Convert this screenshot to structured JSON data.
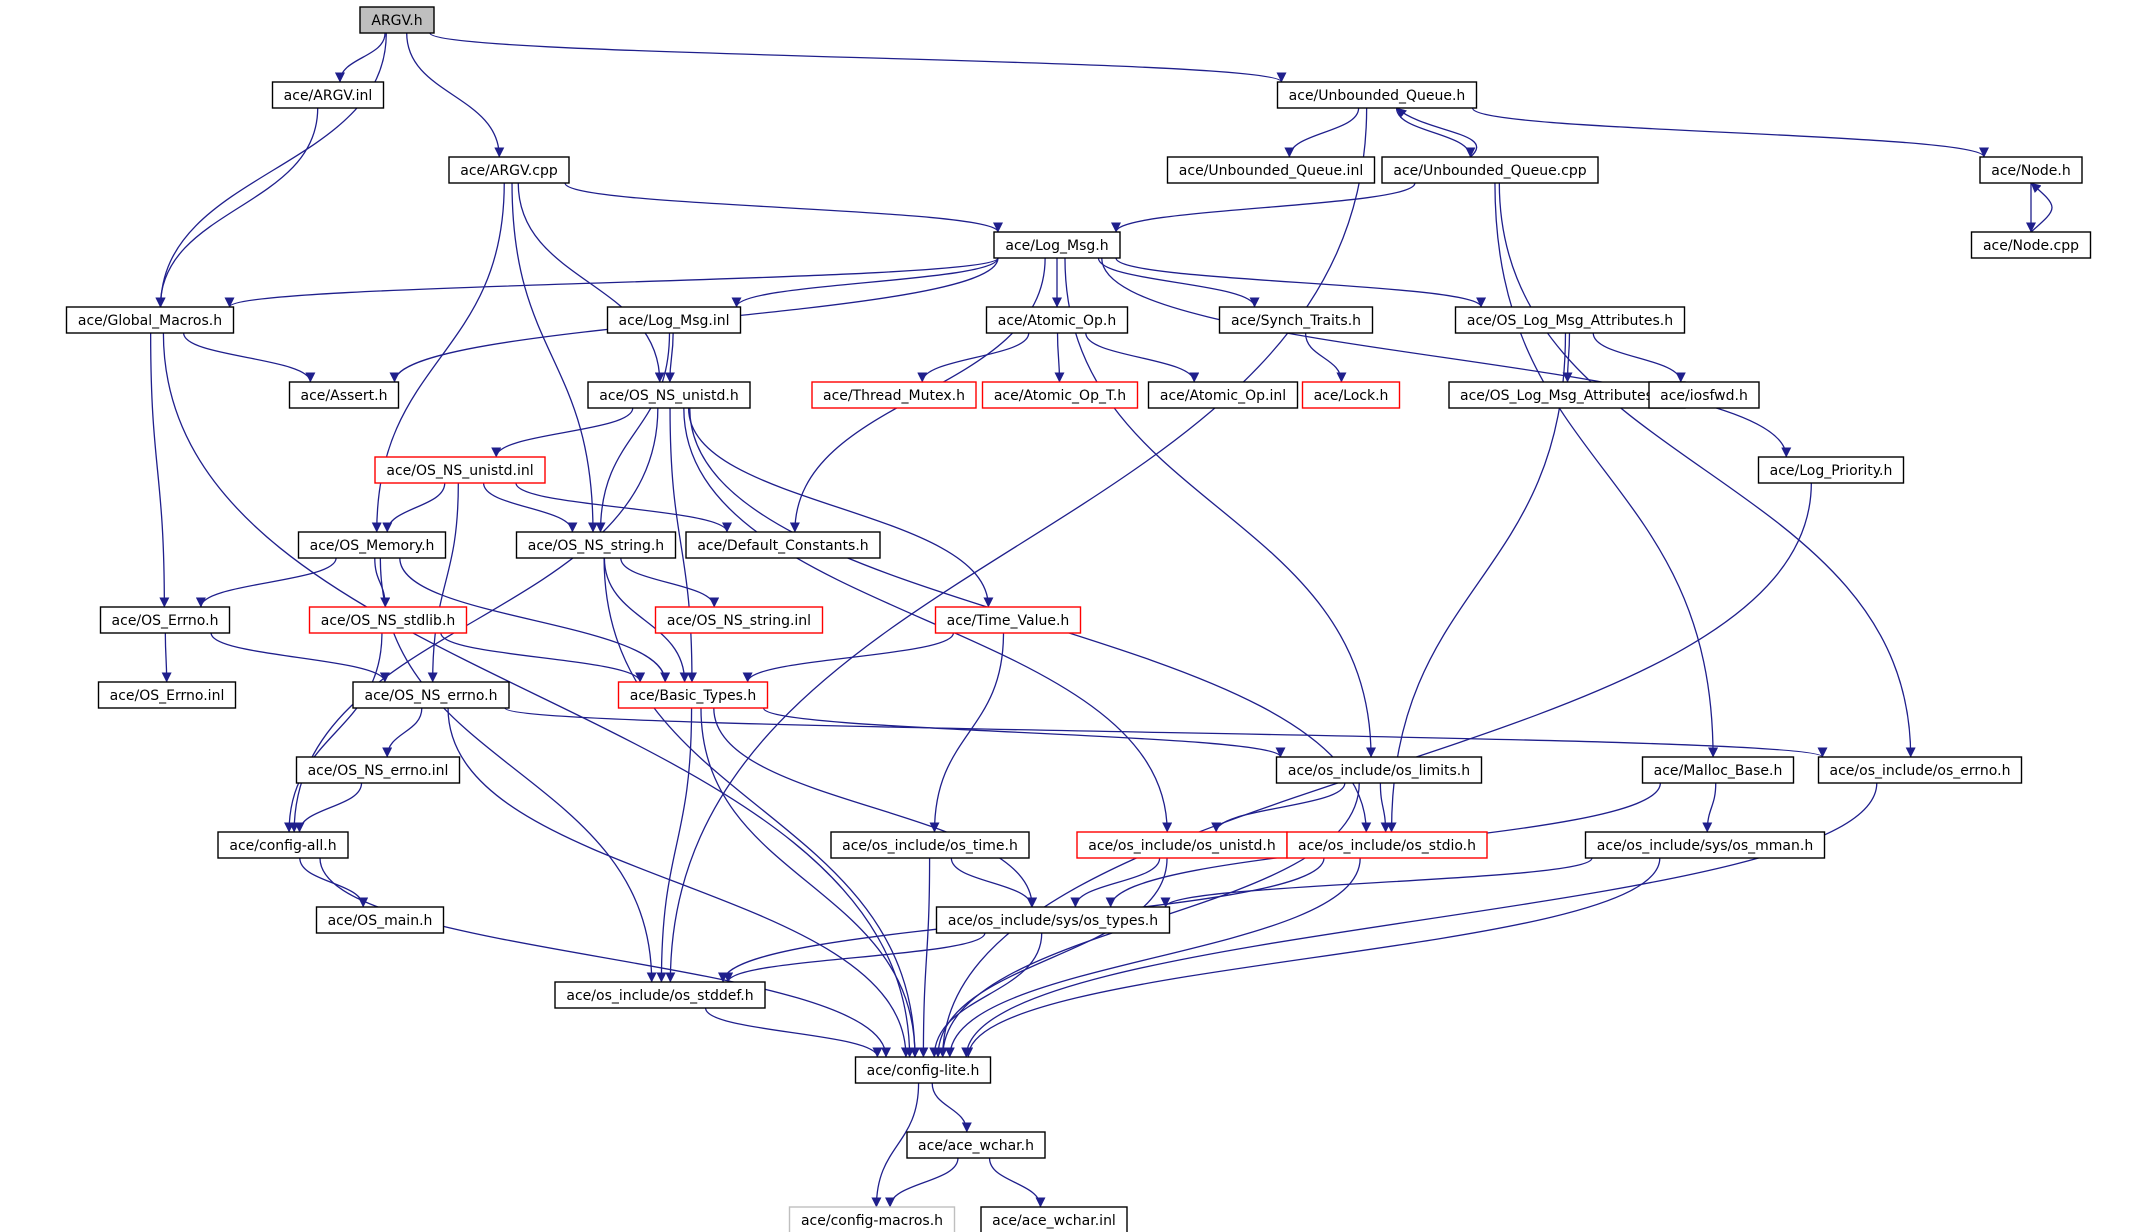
{
  "diagram": {
    "title": "",
    "colors": {
      "edge": "#1f1f8c",
      "normal_border": "#000000",
      "incomplete_border": "#ff0000",
      "undocumented_border": "#bfbfbf",
      "root_fill": "#bfbfbf",
      "node_fill": "#ffffff"
    },
    "nodes": [
      {
        "id": "argv_h",
        "label": "ARGV.h",
        "style": "root"
      },
      {
        "id": "argv_inl",
        "label": "ace/ARGV.inl",
        "style": "normal"
      },
      {
        "id": "argv_cpp",
        "label": "ace/ARGV.cpp",
        "style": "normal"
      },
      {
        "id": "unbounded_queue_h",
        "label": "ace/Unbounded_Queue.h",
        "style": "normal"
      },
      {
        "id": "unbounded_queue_inl",
        "label": "ace/Unbounded_Queue.inl",
        "style": "normal"
      },
      {
        "id": "unbounded_queue_cpp",
        "label": "ace/Unbounded_Queue.cpp",
        "style": "normal"
      },
      {
        "id": "node_h",
        "label": "ace/Node.h",
        "style": "normal"
      },
      {
        "id": "node_cpp",
        "label": "ace/Node.cpp",
        "style": "normal"
      },
      {
        "id": "log_msg_h",
        "label": "ace/Log_Msg.h",
        "style": "normal"
      },
      {
        "id": "global_macros_h",
        "label": "ace/Global_Macros.h",
        "style": "normal"
      },
      {
        "id": "log_msg_inl",
        "label": "ace/Log_Msg.inl",
        "style": "normal"
      },
      {
        "id": "atomic_op_h",
        "label": "ace/Atomic_Op.h",
        "style": "normal"
      },
      {
        "id": "synch_traits_h",
        "label": "ace/Synch_Traits.h",
        "style": "normal"
      },
      {
        "id": "os_log_msg_attributes_h",
        "label": "ace/OS_Log_Msg_Attributes.h",
        "style": "normal"
      },
      {
        "id": "assert_h",
        "label": "ace/Assert.h",
        "style": "normal"
      },
      {
        "id": "os_ns_unistd_h",
        "label": "ace/OS_NS_unistd.h",
        "style": "normal"
      },
      {
        "id": "thread_mutex_h",
        "label": "ace/Thread_Mutex.h",
        "style": "incomplete"
      },
      {
        "id": "atomic_op_t_h",
        "label": "ace/Atomic_Op_T.h",
        "style": "incomplete"
      },
      {
        "id": "atomic_op_inl",
        "label": "ace/Atomic_Op.inl",
        "style": "normal"
      },
      {
        "id": "lock_h",
        "label": "ace/Lock.h",
        "style": "incomplete"
      },
      {
        "id": "os_log_msg_attributes_inl",
        "label": "ace/OS_Log_Msg_Attributes.inl",
        "style": "normal"
      },
      {
        "id": "iosfwd_h",
        "label": "ace/iosfwd.h",
        "style": "normal"
      },
      {
        "id": "os_ns_unistd_inl",
        "label": "ace/OS_NS_unistd.inl",
        "style": "incomplete"
      },
      {
        "id": "log_priority_h",
        "label": "ace/Log_Priority.h",
        "style": "normal"
      },
      {
        "id": "os_memory_h",
        "label": "ace/OS_Memory.h",
        "style": "normal"
      },
      {
        "id": "os_ns_string_h",
        "label": "ace/OS_NS_string.h",
        "style": "normal"
      },
      {
        "id": "default_constants_h",
        "label": "ace/Default_Constants.h",
        "style": "normal"
      },
      {
        "id": "os_errno_h",
        "label": "ace/OS_Errno.h",
        "style": "normal"
      },
      {
        "id": "os_ns_stdlib_h",
        "label": "ace/OS_NS_stdlib.h",
        "style": "incomplete"
      },
      {
        "id": "os_ns_string_inl",
        "label": "ace/OS_NS_string.inl",
        "style": "incomplete"
      },
      {
        "id": "time_value_h",
        "label": "ace/Time_Value.h",
        "style": "incomplete"
      },
      {
        "id": "os_errno_inl",
        "label": "ace/OS_Errno.inl",
        "style": "normal"
      },
      {
        "id": "os_ns_errno_h",
        "label": "ace/OS_NS_errno.h",
        "style": "normal"
      },
      {
        "id": "basic_types_h",
        "label": "ace/Basic_Types.h",
        "style": "incomplete"
      },
      {
        "id": "os_limits_h",
        "label": "ace/os_include/os_limits.h",
        "style": "normal"
      },
      {
        "id": "malloc_base_h",
        "label": "ace/Malloc_Base.h",
        "style": "normal"
      },
      {
        "id": "os_include_os_errno_h",
        "label": "ace/os_include/os_errno.h",
        "style": "normal"
      },
      {
        "id": "os_ns_errno_inl",
        "label": "ace/OS_NS_errno.inl",
        "style": "normal"
      },
      {
        "id": "config_all_h",
        "label": "ace/config-all.h",
        "style": "normal"
      },
      {
        "id": "os_time_h",
        "label": "ace/os_include/os_time.h",
        "style": "normal"
      },
      {
        "id": "os_unistd_h",
        "label": "ace/os_include/os_unistd.h",
        "style": "incomplete"
      },
      {
        "id": "os_stdio_h",
        "label": "ace/os_include/os_stdio.h",
        "style": "incomplete"
      },
      {
        "id": "os_mman_h",
        "label": "ace/os_include/sys/os_mman.h",
        "style": "normal"
      },
      {
        "id": "os_main_h",
        "label": "ace/OS_main.h",
        "style": "normal"
      },
      {
        "id": "os_types_h",
        "label": "ace/os_include/sys/os_types.h",
        "style": "normal"
      },
      {
        "id": "os_stddef_h",
        "label": "ace/os_include/os_stddef.h",
        "style": "normal"
      },
      {
        "id": "config_lite_h",
        "label": "ace/config-lite.h",
        "style": "normal"
      },
      {
        "id": "ace_wchar_h",
        "label": "ace/ace_wchar.h",
        "style": "normal"
      },
      {
        "id": "config_macros_h",
        "label": "ace/config-macros.h",
        "style": "undocumented"
      },
      {
        "id": "ace_wchar_inl",
        "label": "ace/ace_wchar.inl",
        "style": "normal"
      }
    ],
    "edges": [
      [
        "argv_h",
        "argv_inl"
      ],
      [
        "argv_h",
        "argv_cpp"
      ],
      [
        "argv_h",
        "global_macros_h"
      ],
      [
        "argv_h",
        "unbounded_queue_h"
      ],
      [
        "argv_inl",
        "global_macros_h"
      ],
      [
        "argv_cpp",
        "log_msg_h"
      ],
      [
        "argv_cpp",
        "os_memory_h"
      ],
      [
        "argv_cpp",
        "os_ns_string_h"
      ],
      [
        "argv_cpp",
        "os_ns_unistd_h"
      ],
      [
        "unbounded_queue_h",
        "unbounded_queue_inl"
      ],
      [
        "unbounded_queue_h",
        "unbounded_queue_cpp"
      ],
      [
        "unbounded_queue_h",
        "node_h"
      ],
      [
        "unbounded_queue_h",
        "os_stddef_h"
      ],
      [
        "unbounded_queue_cpp",
        "unbounded_queue_h"
      ],
      [
        "unbounded_queue_cpp",
        "log_msg_h"
      ],
      [
        "unbounded_queue_cpp",
        "malloc_base_h"
      ],
      [
        "unbounded_queue_cpp",
        "os_include_os_errno_h"
      ],
      [
        "node_h",
        "node_cpp"
      ],
      [
        "node_cpp",
        "node_h"
      ],
      [
        "log_msg_h",
        "global_macros_h"
      ],
      [
        "log_msg_h",
        "log_msg_inl"
      ],
      [
        "log_msg_h",
        "atomic_op_h"
      ],
      [
        "log_msg_h",
        "synch_traits_h"
      ],
      [
        "log_msg_h",
        "os_log_msg_attributes_h"
      ],
      [
        "log_msg_h",
        "assert_h"
      ],
      [
        "log_msg_h",
        "default_constants_h"
      ],
      [
        "log_msg_h",
        "log_priority_h"
      ],
      [
        "log_msg_h",
        "os_limits_h"
      ],
      [
        "global_macros_h",
        "assert_h"
      ],
      [
        "global_macros_h",
        "os_errno_h"
      ],
      [
        "global_macros_h",
        "config_lite_h"
      ],
      [
        "log_msg_inl",
        "os_ns_unistd_h"
      ],
      [
        "log_msg_inl",
        "os_ns_string_h"
      ],
      [
        "atomic_op_h",
        "thread_mutex_h"
      ],
      [
        "atomic_op_h",
        "atomic_op_t_h"
      ],
      [
        "atomic_op_h",
        "atomic_op_inl"
      ],
      [
        "synch_traits_h",
        "lock_h"
      ],
      [
        "os_log_msg_attributes_h",
        "os_log_msg_attributes_inl"
      ],
      [
        "os_log_msg_attributes_h",
        "iosfwd_h"
      ],
      [
        "os_log_msg_attributes_h",
        "os_stdio_h"
      ],
      [
        "os_ns_unistd_h",
        "os_ns_unistd_inl"
      ],
      [
        "os_ns_unistd_h",
        "basic_types_h"
      ],
      [
        "os_ns_unistd_h",
        "time_value_h"
      ],
      [
        "os_ns_unistd_h",
        "os_unistd_h"
      ],
      [
        "os_ns_unistd_h",
        "os_stdio_h"
      ],
      [
        "os_ns_unistd_h",
        "config_all_h"
      ],
      [
        "os_ns_unistd_inl",
        "os_memory_h"
      ],
      [
        "os_ns_unistd_inl",
        "os_ns_string_h"
      ],
      [
        "os_ns_unistd_inl",
        "default_constants_h"
      ],
      [
        "os_ns_unistd_inl",
        "os_ns_errno_h"
      ],
      [
        "os_memory_h",
        "os_errno_h"
      ],
      [
        "os_memory_h",
        "os_ns_stdlib_h"
      ],
      [
        "os_memory_h",
        "basic_types_h"
      ],
      [
        "os_memory_h",
        "os_stddef_h"
      ],
      [
        "os_ns_string_h",
        "os_ns_string_inl"
      ],
      [
        "os_ns_string_h",
        "basic_types_h"
      ],
      [
        "os_ns_string_h",
        "config_lite_h"
      ],
      [
        "os_errno_h",
        "os_errno_inl"
      ],
      [
        "os_errno_h",
        "os_ns_errno_h"
      ],
      [
        "os_ns_stdlib_h",
        "basic_types_h"
      ],
      [
        "os_ns_stdlib_h",
        "config_all_h"
      ],
      [
        "time_value_h",
        "basic_types_h"
      ],
      [
        "time_value_h",
        "os_time_h"
      ],
      [
        "os_ns_errno_h",
        "os_ns_errno_inl"
      ],
      [
        "os_ns_errno_h",
        "os_include_os_errno_h"
      ],
      [
        "os_ns_errno_h",
        "config_lite_h"
      ],
      [
        "basic_types_h",
        "os_limits_h"
      ],
      [
        "basic_types_h",
        "os_types_h"
      ],
      [
        "basic_types_h",
        "os_stddef_h"
      ],
      [
        "basic_types_h",
        "config_lite_h"
      ],
      [
        "os_limits_h",
        "os_unistd_h"
      ],
      [
        "os_limits_h",
        "os_stdio_h"
      ],
      [
        "os_limits_h",
        "config_lite_h"
      ],
      [
        "malloc_base_h",
        "os_mman_h"
      ],
      [
        "malloc_base_h",
        "os_types_h"
      ],
      [
        "os_include_os_errno_h",
        "config_lite_h"
      ],
      [
        "os_ns_errno_inl",
        "config_all_h"
      ],
      [
        "config_all_h",
        "os_main_h"
      ],
      [
        "config_all_h",
        "config_lite_h"
      ],
      [
        "os_time_h",
        "os_types_h"
      ],
      [
        "os_time_h",
        "config_lite_h"
      ],
      [
        "os_unistd_h",
        "os_types_h"
      ],
      [
        "os_unistd_h",
        "config_lite_h"
      ],
      [
        "os_stdio_h",
        "os_stddef_h"
      ],
      [
        "os_stdio_h",
        "config_lite_h"
      ],
      [
        "os_mman_h",
        "os_types_h"
      ],
      [
        "os_mman_h",
        "config_lite_h"
      ],
      [
        "os_types_h",
        "os_stddef_h"
      ],
      [
        "os_types_h",
        "config_lite_h"
      ],
      [
        "os_stddef_h",
        "config_lite_h"
      ],
      [
        "log_priority_h",
        "config_lite_h"
      ],
      [
        "config_lite_h",
        "ace_wchar_h"
      ],
      [
        "config_lite_h",
        "config_macros_h"
      ],
      [
        "ace_wchar_h",
        "config_macros_h"
      ],
      [
        "ace_wchar_h",
        "ace_wchar_inl"
      ]
    ]
  }
}
